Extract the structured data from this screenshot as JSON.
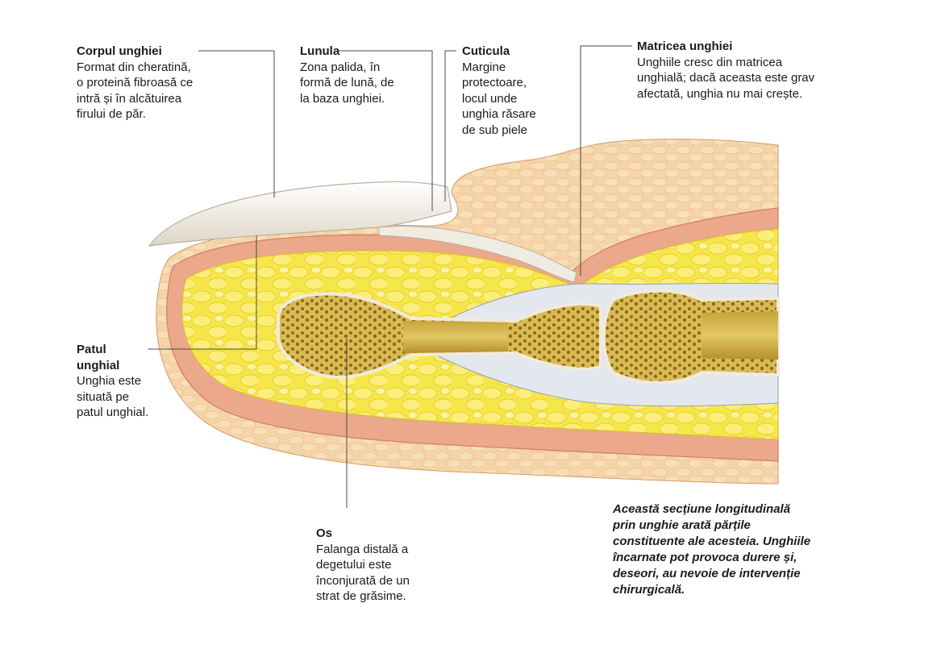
{
  "labels": {
    "corpul": {
      "title": "Corpul unghiei",
      "lines": [
        "Format din cheratină,",
        "o proteină fibroasă ce",
        "intră și în alcătuirea",
        "firului de păr."
      ]
    },
    "lunula": {
      "title": "Lunula",
      "lines": [
        "Zona palida, în",
        "formă de lună, de",
        "la baza unghiei."
      ]
    },
    "cuticula": {
      "title": "Cuticula",
      "lines": [
        "Margine",
        "protectoare,",
        "locul unde",
        "unghia răsare",
        "de sub piele"
      ]
    },
    "matricea": {
      "title": "Matricea unghiei",
      "lines": [
        "Unghiile cresc din matricea",
        "unghială; dacă aceasta este grav",
        "afectată, unghia nu mai crește."
      ]
    },
    "patul": {
      "title_lines": [
        "Patul",
        "unghial"
      ],
      "lines": [
        "Unghia este",
        "situată pe",
        "patul unghial."
      ]
    },
    "os": {
      "title": "Os",
      "lines": [
        "Falanga distală a",
        "degetului este",
        "înconjurată de un",
        "strat de grăsime."
      ]
    }
  },
  "caption_lines": [
    "Această secțiune longitudinală",
    "prin unghie arată părțile",
    "constituente ale acesteia. Unghiile",
    "încarnate pot provoca durere și,",
    "deseori, au nevoie de intervenție",
    "chirurgicală."
  ],
  "colors": {
    "skin": "#f7c9a6",
    "dermis": "#e9a284",
    "fat": "#f6e53a",
    "fat_light": "#fbf08a",
    "nail": "#f4efe4",
    "bone": "#c9a94a",
    "marrow": "#8a6a1c",
    "cartilage": "#d6dde6"
  }
}
